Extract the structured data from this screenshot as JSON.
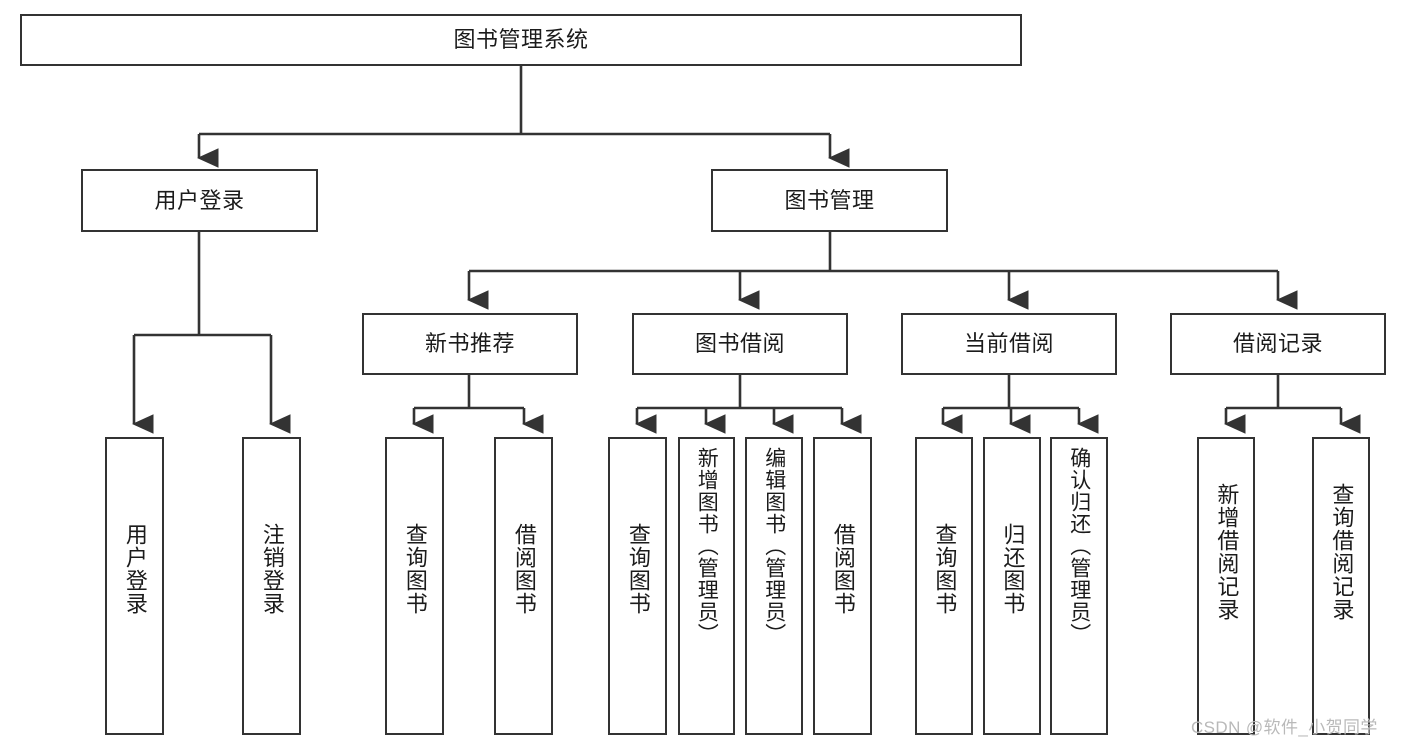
{
  "diagram": {
    "title": "图书管理系统",
    "type": "hierarchy-tree",
    "background_color": "#ffffff",
    "box_border_color": "#333333",
    "text_color": "#1b1b1b",
    "root": {
      "label": "图书管理系统",
      "children": [
        {
          "label": "用户登录",
          "children": [
            {
              "label": "用户登录"
            },
            {
              "label": "注销登录"
            }
          ]
        },
        {
          "label": "图书管理",
          "children": [
            {
              "label": "新书推荐",
              "children": [
                {
                  "label": "查询图书"
                },
                {
                  "label": "借阅图书"
                }
              ]
            },
            {
              "label": "图书借阅",
              "children": [
                {
                  "label": "查询图书"
                },
                {
                  "label": "新增图书（管理员）"
                },
                {
                  "label": "编辑图书（管理员）"
                },
                {
                  "label": "借阅图书"
                }
              ]
            },
            {
              "label": "当前借阅",
              "children": [
                {
                  "label": "查询图书"
                },
                {
                  "label": "归还图书"
                },
                {
                  "label": "确认归还（管理员）"
                }
              ]
            },
            {
              "label": "借阅记录",
              "children": [
                {
                  "label": "新增借阅记录"
                },
                {
                  "label": "查询借阅记录"
                }
              ]
            }
          ]
        }
      ]
    },
    "nodes": {
      "root": "图书管理系统",
      "user_login": "用户登录",
      "book_manage": "图书管理",
      "new_book_rec": "新书推荐",
      "book_borrow": "图书借阅",
      "current_borrow": "当前借阅",
      "borrow_record": "借阅记录",
      "leaf_user_login": "用户登录",
      "leaf_user_logout": "注销登录",
      "leaf_rec_query": "查询图书",
      "leaf_rec_borrow": "借阅图书",
      "leaf_borrow_query": "查询图书",
      "leaf_borrow_add": "新增图书（管理员）",
      "leaf_borrow_edit": "编辑图书（管理员）",
      "leaf_borrow_borrow": "借阅图书",
      "leaf_cur_query": "查询图书",
      "leaf_cur_return": "归还图书",
      "leaf_cur_confirm": "确认归还（管理员）",
      "leaf_rec_add": "新增借阅记录",
      "leaf_rec_query2": "查询借阅记录"
    }
  },
  "watermark": {
    "text": "CSDN @软件_小贺同学"
  }
}
